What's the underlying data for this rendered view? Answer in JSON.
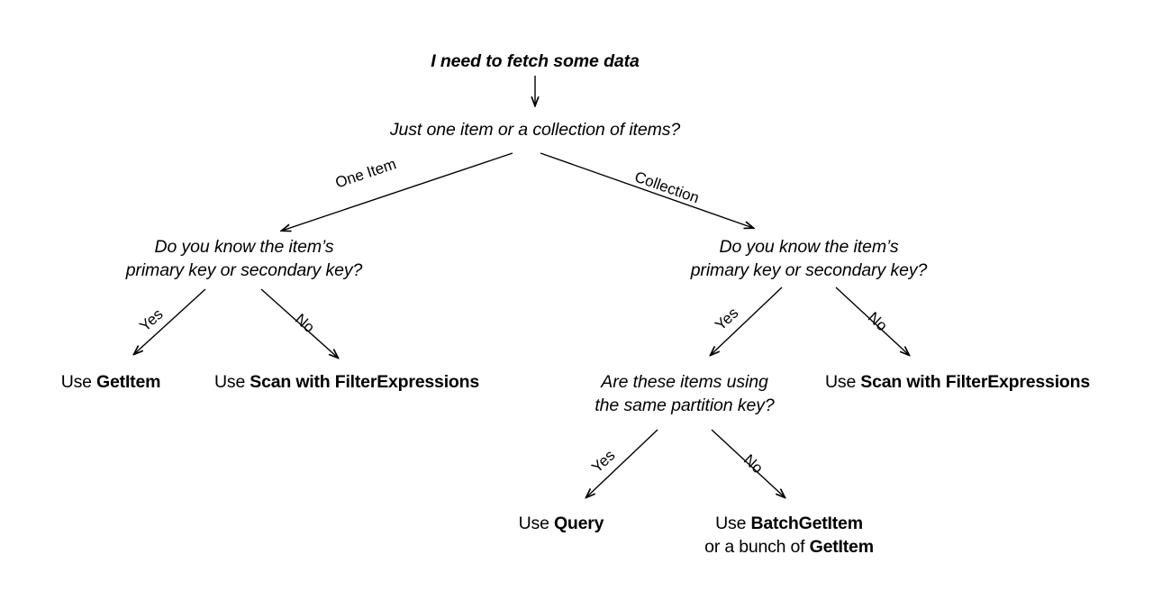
{
  "diagram": {
    "title": "DynamoDB data fetch decision tree",
    "background_color": "#ffffff",
    "line_color": "#000000",
    "nodes": {
      "root": "I need to fetch some data",
      "q_count": "Just one item or a collection of items?",
      "q_left_key_line1": "Do you know the item’s",
      "q_left_key_line2": "primary key or secondary key?",
      "q_right_key_line1": "Do you know the item’s",
      "q_right_key_line2": "primary key or secondary key?",
      "q_partition_line1": "Are these items using",
      "q_partition_line2": "the same partition key?",
      "leaf_getitem_prefix": "Use ",
      "leaf_getitem_bold": "GetItem",
      "leaf_scan_left_prefix": "Use ",
      "leaf_scan_left_bold": "Scan with FilterExpressions",
      "leaf_scan_right_prefix": "Use ",
      "leaf_scan_right_bold": "Scan with FilterExpressions",
      "leaf_query_prefix": "Use ",
      "leaf_query_bold": "Query",
      "leaf_batch_prefix": "Use ",
      "leaf_batch_bold": "BatchGetItem",
      "leaf_batch_line2_prefix": "or a bunch of ",
      "leaf_batch_line2_bold": "GetItem"
    },
    "edge_labels": {
      "one_item": "One Item",
      "collection": "Collection",
      "yes_left": "Yes",
      "no_left": "No",
      "yes_right": "Yes",
      "no_right": "No",
      "yes_partition": "Yes",
      "no_partition": "No"
    }
  }
}
